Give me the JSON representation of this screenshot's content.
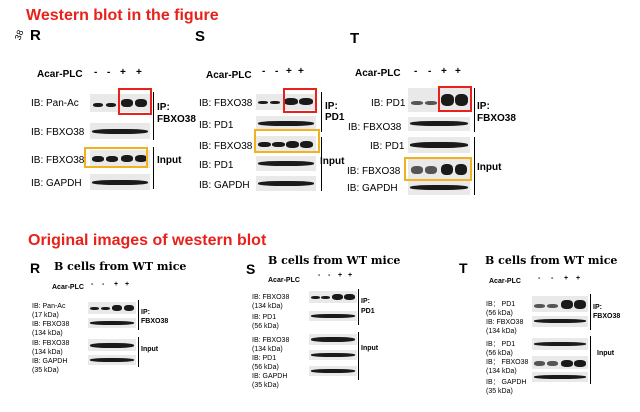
{
  "header": {
    "title": "Western blot in the figure",
    "side_mark": "38"
  },
  "section2": {
    "title": "Original images of western blot"
  },
  "top": {
    "R": {
      "letter": "R",
      "treatment": "Acar-PLC",
      "signs": [
        "-",
        "-",
        "+",
        "+"
      ],
      "rows": [
        "IB: Pan-Ac",
        "IB: FBXO38",
        "IB: FBXO38",
        "IB: GAPDH"
      ],
      "ip_label": "IP:",
      "ip_target": "FBXO38",
      "input_label": "Input"
    },
    "S": {
      "letter": "S",
      "treatment": "Acar-PLC",
      "signs": [
        "-",
        "-",
        "+",
        "+"
      ],
      "rows": [
        "IB: FBXO38",
        "IB: PD1",
        "IB: FBXO38",
        "IB: PD1",
        "IB: GAPDH"
      ],
      "ip_label": "IP:",
      "ip_target": "PD1",
      "input_label": "Input"
    },
    "T": {
      "letter": "T",
      "treatment": "Acar-PLC",
      "signs": [
        "-",
        "-",
        "+",
        "+"
      ],
      "rows": [
        "IB: PD1",
        "IB: FBXO38",
        "IB: PD1",
        "IB: FBXO38",
        "IB: GAPDH"
      ],
      "ip_label": "IP:",
      "ip_target": "FBXO38",
      "input_label": "Input"
    }
  },
  "bottom": {
    "R": {
      "letter": "R",
      "title": "B cells from WT mice",
      "treatment": "Acar-PLC",
      "signs": [
        "-",
        "-",
        "+",
        "+"
      ],
      "rows": [
        {
          "name": "IB: Pan-Ac",
          "kda": "(17 kDa)"
        },
        {
          "name": "IB: FBXO38",
          "kda": "(134 kDa)"
        },
        {
          "name": "IB: FBXO38",
          "kda": "(134 kDa)"
        },
        {
          "name": "IB: GAPDH",
          "kda": "(35 kDa)"
        }
      ],
      "ip_label": "IP:",
      "ip_target": "FBXO38",
      "input_label": "Input"
    },
    "S": {
      "letter": "S",
      "title": "B cells from WT mice",
      "treatment": "Acar-PLC",
      "signs": [
        "-",
        "-",
        "+",
        "+"
      ],
      "rows": [
        {
          "name": "IB: FBXO38",
          "kda": "(134 kDa)"
        },
        {
          "name": "IB: PD1",
          "kda": "(56 kDa)"
        },
        {
          "name": "IB: FBXO38",
          "kda": "(134 kDa)"
        },
        {
          "name": "IB: PD1",
          "kda": "(56 kDa)"
        },
        {
          "name": "IB: GAPDH",
          "kda": "(35 kDa)"
        }
      ],
      "ip_label": "IP:",
      "ip_target": "PD1",
      "input_label": "Input"
    },
    "T": {
      "letter": "T",
      "title": "B cells from WT mice",
      "treatment": "Acar-PLC",
      "signs": [
        "-",
        "-",
        "+",
        "+"
      ],
      "rows": [
        {
          "name": "IB： PD1",
          "kda": "(56 kDa)"
        },
        {
          "name": "IB: FBXO38",
          "kda": "(134 kDa)"
        },
        {
          "name": "IB： PD1",
          "kda": "(56 kDa)"
        },
        {
          "name": "IB： FBXO38",
          "kda": "(134 kDa)"
        },
        {
          "name": "IB： GAPDH",
          "kda": "(35 kDa)"
        }
      ],
      "ip_label": "IP:",
      "ip_target": "FBXO38",
      "input_label": "Input"
    }
  }
}
